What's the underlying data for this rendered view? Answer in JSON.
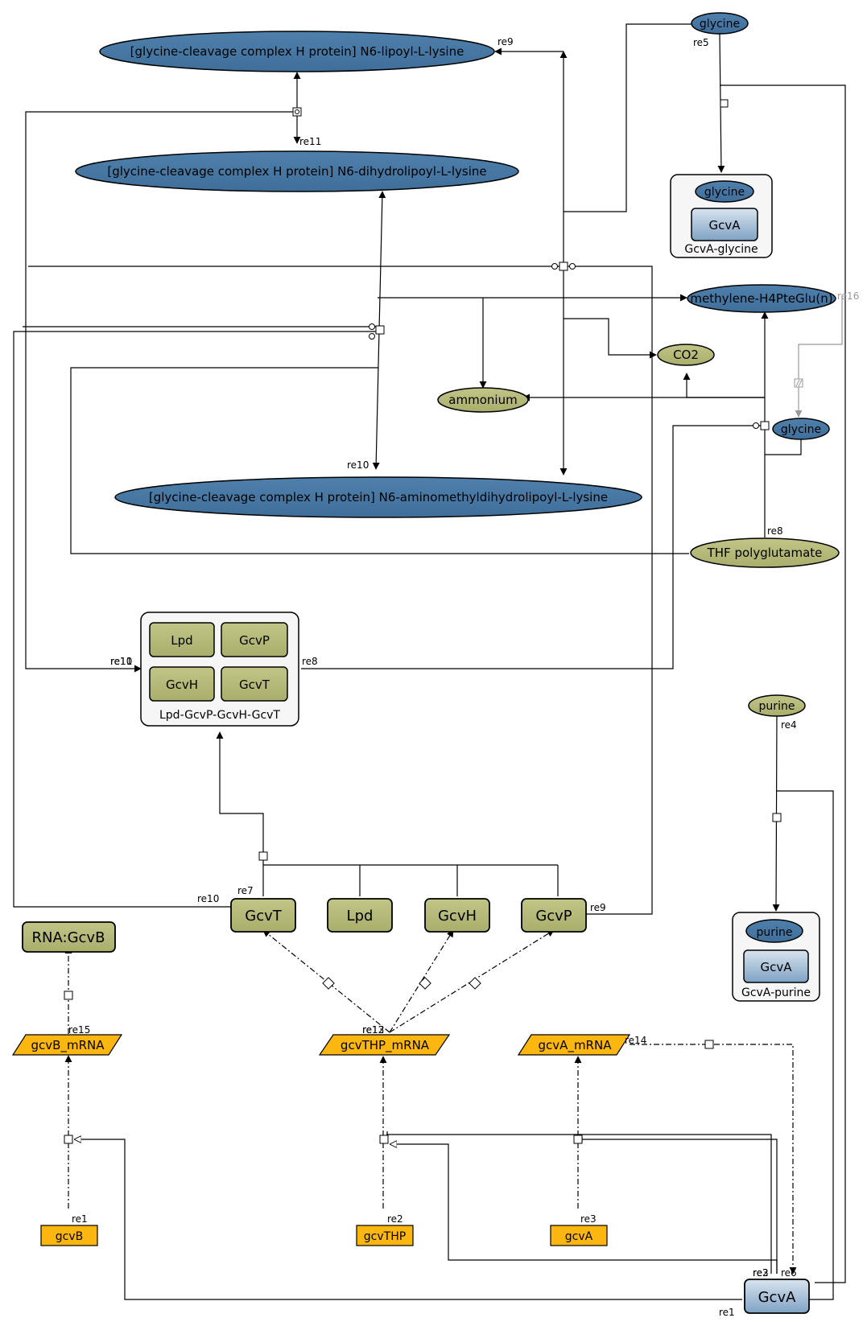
{
  "colors": {
    "blue": "#4a7aa7",
    "olive": "#b4b979",
    "orange": "#fbb710",
    "complex_bg": "#f6f6f6",
    "protein_light": "#9ebad3"
  },
  "molecules": {
    "lipoyl": "[glycine-cleavage complex H protein] N6-lipoyl-L-lysine",
    "dihydrolipoyl": "[glycine-cleavage complex H protein] N6-dihydrolipoyl-L-lysine",
    "aminomethyl": "[glycine-cleavage complex H protein] N6-aminomethyldihydrolipoyl-L-lysine",
    "glycine_top": "glycine",
    "glycine_mid": "glycine",
    "methylene": "methylene-H4PteGlu(n)",
    "co2": "CO2",
    "ammonium": "ammonium",
    "thf": "THF polyglutamate",
    "purine": "purine"
  },
  "complexes": {
    "gcva_glycine": {
      "label": "GcvA-glycine",
      "inner_mol": "glycine",
      "inner_protein": "GcvA"
    },
    "lpd_complex": {
      "label": "Lpd-GcvP-GcvH-GcvT",
      "members": [
        "Lpd",
        "GcvP",
        "GcvH",
        "GcvT"
      ]
    },
    "gcva_purine": {
      "label": "GcvA-purine",
      "inner_mol": "purine",
      "inner_protein": "GcvA"
    }
  },
  "proteins": {
    "gcvt": "GcvT",
    "lpd": "Lpd",
    "gcvh": "GcvH",
    "gcvp": "GcvP",
    "rna_gcvb": "RNA:GcvB",
    "gcva": "GcvA"
  },
  "mrnas": {
    "gcvb_mrna": "gcvB_mRNA",
    "gcvthp_mrna": "gcvTHP_mRNA",
    "gcva_mrna": "gcvA_mRNA"
  },
  "genes": {
    "gcvb": "gcvB",
    "gcvthp": "gcvTHP",
    "gcva": "gcvA"
  },
  "reactions": {
    "re9_top": "re9",
    "re5": "re5",
    "re11": "re11",
    "re16": "re16",
    "re10_mid": "re10",
    "re8_mid": "re8",
    "re10_overlap": "re10",
    "re11_overlap": "re11",
    "re8_complex": "re8",
    "re4": "re4",
    "re7": "re7",
    "re10_bottom": "re10",
    "re9_bottom": "re9",
    "re15": "re15",
    "re12": "re12",
    "re13": "re13",
    "re14": "re14",
    "re1_gene": "re1",
    "re2": "re2",
    "re3": "re3",
    "re1_gcva": "re1",
    "re3_gcva": "re3",
    "re2_gcva": "re2",
    "re6_gcva": "re6"
  }
}
